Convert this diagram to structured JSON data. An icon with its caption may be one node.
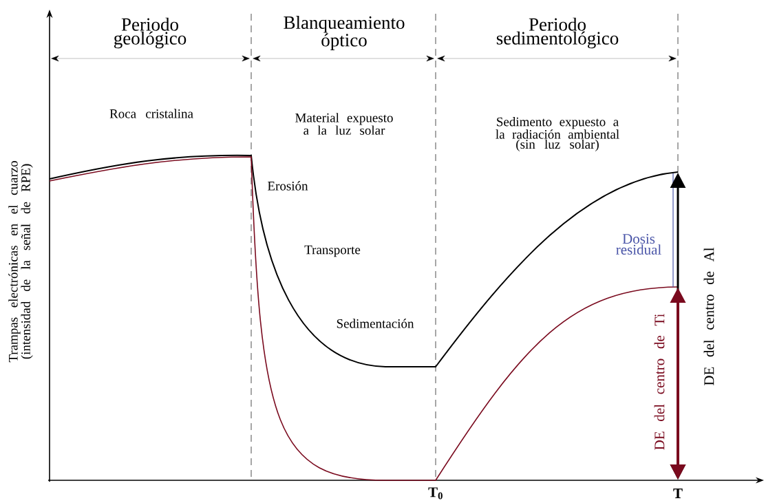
{
  "diagram": {
    "labels": [
      "Periodo geológico",
      "Blanqueamiento óptico",
      "Periodo sedimentológico",
      "Roca cristalina",
      "Material expuesto a la luz solar",
      "Sedimento expuesto a la radiación ambiental (sin luz solar)",
      "Erosión",
      "Transporte",
      "Sedimentación",
      "Dosis residual",
      "DE del centro de Al",
      "DE del centro de Ti",
      "Trampas electrónicas en el cuarzo (intensidad de la señal de RPE)",
      "T$_{0}$",
      "T"
    ]
  }
}
